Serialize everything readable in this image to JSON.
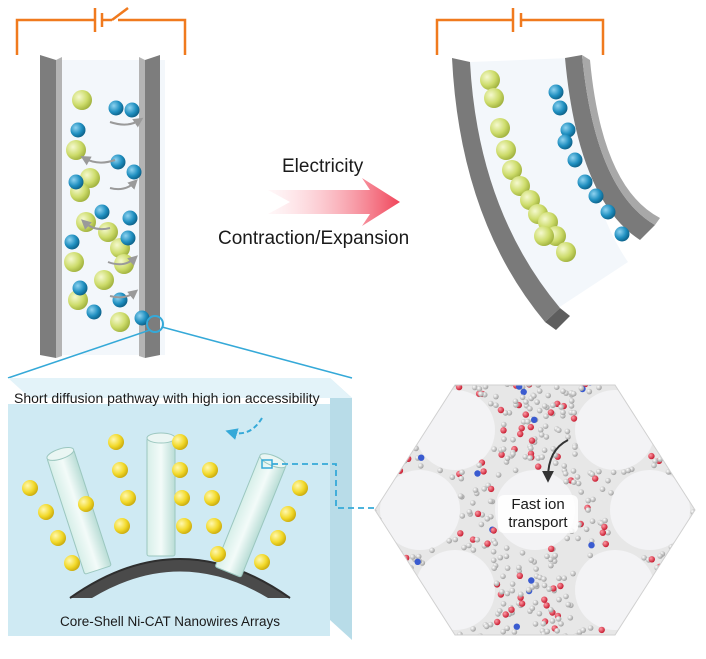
{
  "labels": {
    "electricity": "Electricity",
    "contraction": "Contraction/Expansion",
    "short_pathway": "Short diffusion pathway with high ion accessibility",
    "core_shell": "Core-Shell Ni-CAT Nanowires Arrays",
    "fast_ion_line1": "Fast ion",
    "fast_ion_line2": "transport"
  },
  "colors": {
    "circuit": "#f07a1e",
    "electrode": "#8e8e8e",
    "cation_ball": "#cddc6b",
    "anion_ball": "#1f8fc0",
    "arrow_red": "#f0455a",
    "panel_blue": "#cfeaf3",
    "callout_line": "#35a9d8",
    "yellow_ion": "#f2d92a",
    "mof_red": "#e0263a",
    "mof_gray": "#b8b8b8",
    "mof_blue": "#3a5bd0"
  },
  "icons": [
    "battery-icon",
    "switch-icon",
    "curved-arrow-icon",
    "dashed-arrow-icon"
  ]
}
